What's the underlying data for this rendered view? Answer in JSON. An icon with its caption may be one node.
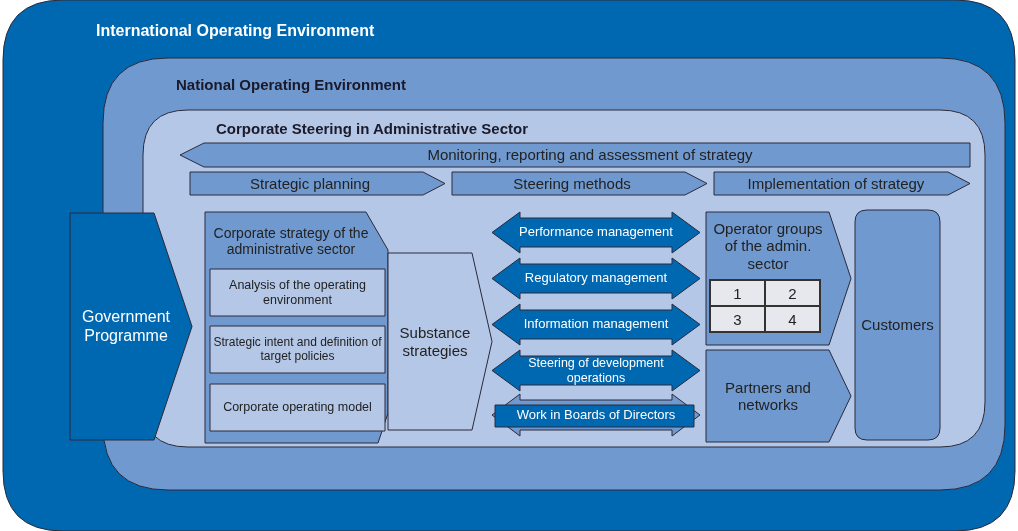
{
  "diagram": {
    "nodes": [
      {
        "text": [
          "International Operating Environment"
        ]
      },
      {
        "text": [
          "National Operating Environment"
        ],
        "in": 0
      },
      {
        "text": [
          "Corporate Steering in Administrative Sector"
        ],
        "in": 1
      },
      {
        "text": [
          "Monitoring, reporting and assessment of strategy"
        ],
        "in": 2
      },
      {
        "text": [
          "Strategic planning"
        ],
        "in": 2
      },
      {
        "text": [
          "Steering methods"
        ],
        "in": 2
      },
      {
        "text": [
          "Implementation of strategy"
        ],
        "in": 2
      },
      {
        "text": [
          "Government Programme"
        ],
        "in": 0
      },
      {
        "text": [
          "Corporate strategy of the administrative sector"
        ],
        "in": 2
      },
      {
        "text": [
          "Analysis of the operating environment"
        ],
        "in": 8
      },
      {
        "text": [
          "Strategic intent and definition of target policies"
        ],
        "in": 8
      },
      {
        "text": [
          "Corporate operating model"
        ],
        "in": 8
      },
      {
        "text": [
          "Substance strategies"
        ],
        "in": 2
      },
      {
        "text": [
          "Performance management"
        ],
        "in": 2
      },
      {
        "text": [
          "Regulatory management"
        ],
        "in": 2
      },
      {
        "text": [
          "Information management"
        ],
        "in": 2
      },
      {
        "text": [
          "Steering of development operations"
        ],
        "in": 2
      },
      {
        "text": [
          "Work in Boards of Directors"
        ],
        "in": 2
      },
      {
        "text": [
          "Operator groups of the admin. sector"
        ],
        "in": 2
      },
      {
        "text": [
          "Partners and networks"
        ],
        "in": 2
      },
      {
        "text": [
          "Customers"
        ],
        "in": 2
      }
    ],
    "labels": [
      "1",
      "2",
      "3",
      "4"
    ]
  }
}
